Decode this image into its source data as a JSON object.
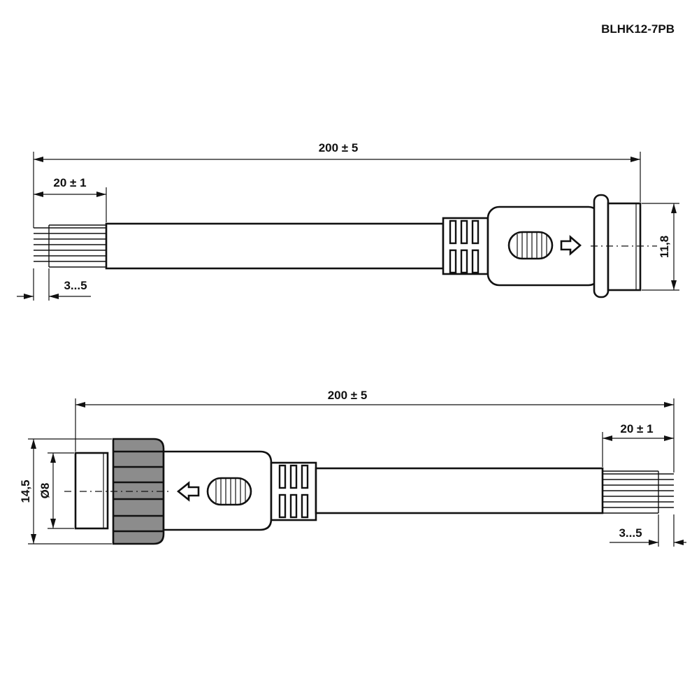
{
  "part_number": "BLHK12-7PB",
  "top_view": {
    "total_length": "200 ± 5",
    "strip_length": "20 ± 1",
    "wire_end_length": "3...5",
    "thread_height": "11,8"
  },
  "bottom_view": {
    "total_length": "200 ± 5",
    "strip_length": "20 ± 1",
    "wire_end_length": "3...5",
    "nut_height": "14,5",
    "socket_diameter": "Ø8"
  },
  "colors": {
    "line": "#111111",
    "nut": "#8c8c8c",
    "background": "#ffffff"
  }
}
